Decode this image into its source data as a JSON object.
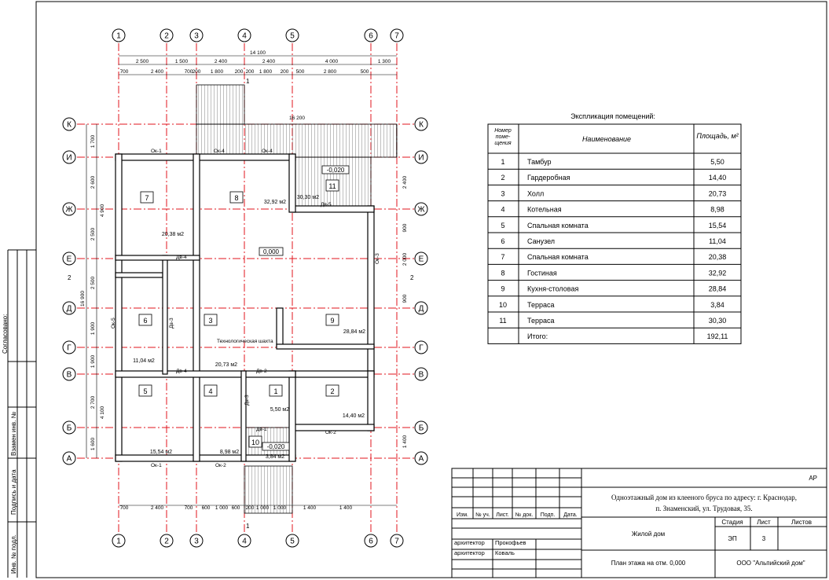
{
  "axes": {
    "vertical": [
      "1",
      "2",
      "3",
      "4",
      "5",
      "6",
      "7"
    ],
    "horizontal": [
      "К",
      "И",
      "Ж",
      "Е",
      "Д",
      "Г",
      "В",
      "Б",
      "А"
    ]
  },
  "dims": {
    "top_total": "14 100",
    "top_row1": [
      "2 500",
      "1 500",
      "2 400",
      "2 400",
      "4 000",
      "1 300"
    ],
    "top_row2": [
      "700",
      "2 400",
      "700",
      "200",
      "1 800",
      "200",
      "200",
      "1 800",
      "200",
      "500",
      "2 800",
      "500"
    ],
    "bottom_row": [
      "700",
      "2 400",
      "700",
      "600",
      "1 000",
      "600",
      "200",
      "1 000",
      "1 000",
      "1 400",
      "1 400"
    ],
    "left_total": "16 900",
    "left_row1": [
      "1 700",
      "2 600",
      "2 500",
      "2 500",
      "1 900",
      "1 900",
      "2 700",
      "1 600"
    ],
    "left_row2": [
      "4 900",
      "4 100"
    ],
    "terrace_width": "16 200",
    "right_row": [
      "2 400",
      "900",
      "2 000",
      "900",
      "1 400"
    ]
  },
  "rooms": [
    {
      "num": "7",
      "area": "20,38 м2"
    },
    {
      "num": "8",
      "area": "32,92 м2"
    },
    {
      "num": "11",
      "area": "30,30 м2"
    },
    {
      "num": "6",
      "area": "11,04 м2"
    },
    {
      "num": "3",
      "area": "20,73 м2"
    },
    {
      "num": "9",
      "area": "28,84 м2"
    },
    {
      "num": "5",
      "area": "15,54 м2"
    },
    {
      "num": "4",
      "area": "8,98 м2"
    },
    {
      "num": "1",
      "area": "5,50 м2"
    },
    {
      "num": "2",
      "area": "14,40 м2"
    },
    {
      "num": "10",
      "area": "3,84 м2"
    }
  ],
  "labels": {
    "level_main": "0,000",
    "level_terrace_top": "-0,020",
    "level_terrace_bottom": "-0,020",
    "tech_shaft": "Технологическая шахта",
    "section_mark": "1",
    "side_mark": "2",
    "windows": [
      "Ок-1",
      "Ок-4",
      "Ок-4",
      "Ок-5",
      "Ок-3",
      "Ок-1",
      "Ок-2",
      "Ок-2"
    ],
    "doors": [
      "Дв-4",
      "Дв-5",
      "Дв-3",
      "Дв-2",
      "Дв-3",
      "Дв-4",
      "Дв-1"
    ]
  },
  "explication": {
    "title": "Экспликация помещений:",
    "header_num": "Номер поме-щения",
    "header_name": "Наименование",
    "header_area": "Площадь, м²",
    "rows": [
      {
        "num": "1",
        "name": "Тамбур",
        "area": "5,50"
      },
      {
        "num": "2",
        "name": "Гардеробная",
        "area": "14,40"
      },
      {
        "num": "3",
        "name": "Холл",
        "area": "20,73"
      },
      {
        "num": "4",
        "name": "Котельная",
        "area": "8,98"
      },
      {
        "num": "5",
        "name": "Спальная комната",
        "area": "15,54"
      },
      {
        "num": "6",
        "name": "Санузел",
        "area": "11,04"
      },
      {
        "num": "7",
        "name": "Спальная комната",
        "area": "20,38"
      },
      {
        "num": "8",
        "name": "Гостиная",
        "area": "32,92"
      },
      {
        "num": "9",
        "name": "Кухня-столовая",
        "area": "28,84"
      },
      {
        "num": "10",
        "name": "Терраса",
        "area": "3,84"
      },
      {
        "num": "11",
        "name": "Терраса",
        "area": "30,30"
      }
    ],
    "total_label": "Итого:",
    "total_area": "192,11"
  },
  "stamp": {
    "code": "АР",
    "address": "Одноэтажный дом из клееного бруса по адресу: г. Краснодар, п. Знаменский, ул. Трудовая, 35.",
    "object": "Жилой дом",
    "sheet_title": "План этажа на отм. 0,000",
    "company": "ООО \"Альпийский дом\"",
    "stage_label": "Стадия",
    "sheet_label": "Лист",
    "sheets_label": "Листов",
    "stage": "ЭП",
    "sheet": "3",
    "sheets": "",
    "cols": [
      "Изм.",
      "№ уч.",
      "Лист.",
      "№ док.",
      "Подп.",
      "Дата."
    ],
    "role1": "архитектор",
    "name1": "Прокофьев",
    "role2": "архитектор",
    "name2": "Коваль"
  },
  "side": {
    "agreed": "Согласовано:",
    "replace": "Взамен инв. №",
    "signdate": "Подпись и дата",
    "invnum": "Инв. № подл."
  }
}
